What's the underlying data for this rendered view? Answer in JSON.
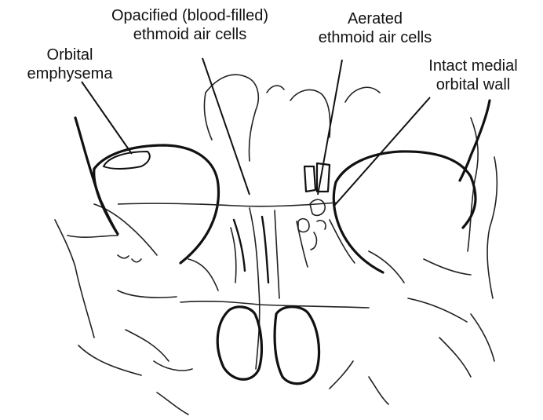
{
  "labels": {
    "orbital_emphysema": {
      "line1": "Orbital",
      "line2": "emphysema"
    },
    "opacified_ethmoid": {
      "line1": "Opacified (blood-filled)",
      "line2": "ethmoid air cells"
    },
    "aerated_ethmoid": {
      "line1": "Aerated",
      "line2": "ethmoid air cells"
    },
    "intact_medial_wall": {
      "line1": "Intact medial",
      "line2": "orbital wall"
    }
  },
  "colors": {
    "ink": "#111111",
    "background": "#ffffff"
  }
}
